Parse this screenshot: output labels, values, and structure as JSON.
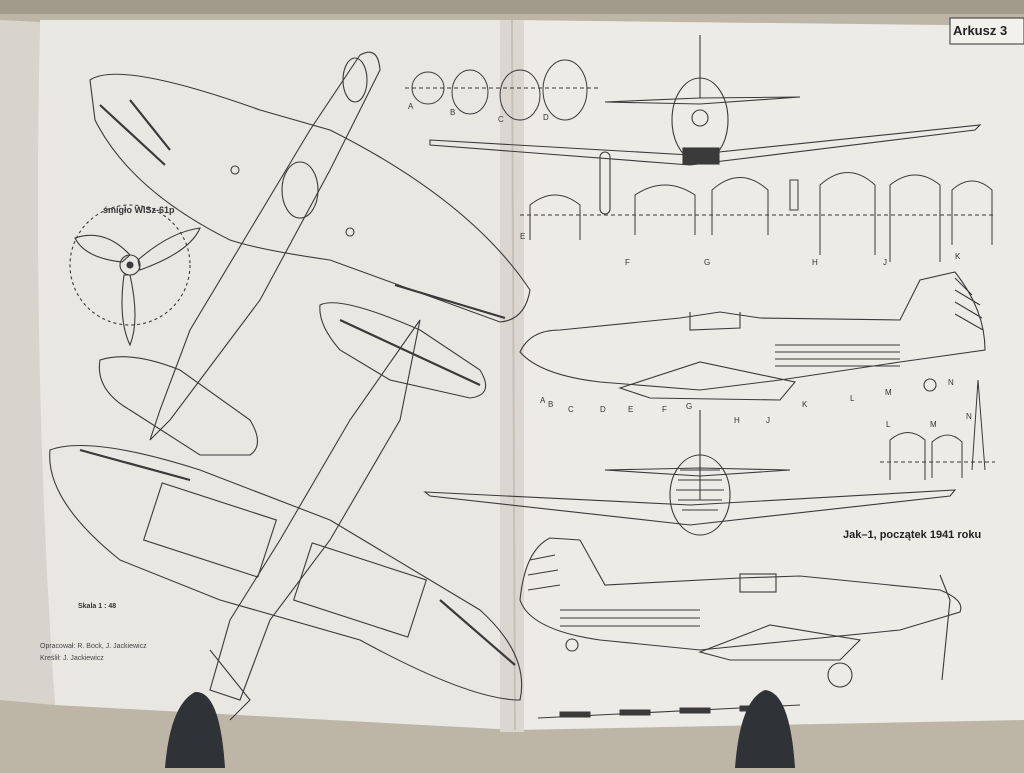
{
  "sheet_label": "Arkusz 3",
  "caption": "Jak–1, początek 1941 roku",
  "propeller_label": "śmigło WISz-61p",
  "scale_label": "Skala 1 : 48",
  "credits": {
    "authors": "Opracował: R. Bock, J. Jackiewicz",
    "drawing": "Kreślił: J. Jackiewicz"
  },
  "top_section_letters": [
    "A",
    "B",
    "C",
    "D"
  ],
  "fuselage_section_letters": [
    "E",
    "F",
    "G",
    "H",
    "J",
    "K"
  ],
  "side_view_letters": [
    "A",
    "B",
    "C",
    "D",
    "E",
    "F",
    "G",
    "H",
    "J",
    "K",
    "L",
    "M",
    "N"
  ],
  "tail_section_letters": [
    "L",
    "M",
    "N"
  ],
  "colors": {
    "paper": "#e9e8e3",
    "paper_shadow": "#d8d6cf",
    "ink": "#3a3a3a",
    "background": "#bdb6a6",
    "stand": "#2f3237"
  }
}
